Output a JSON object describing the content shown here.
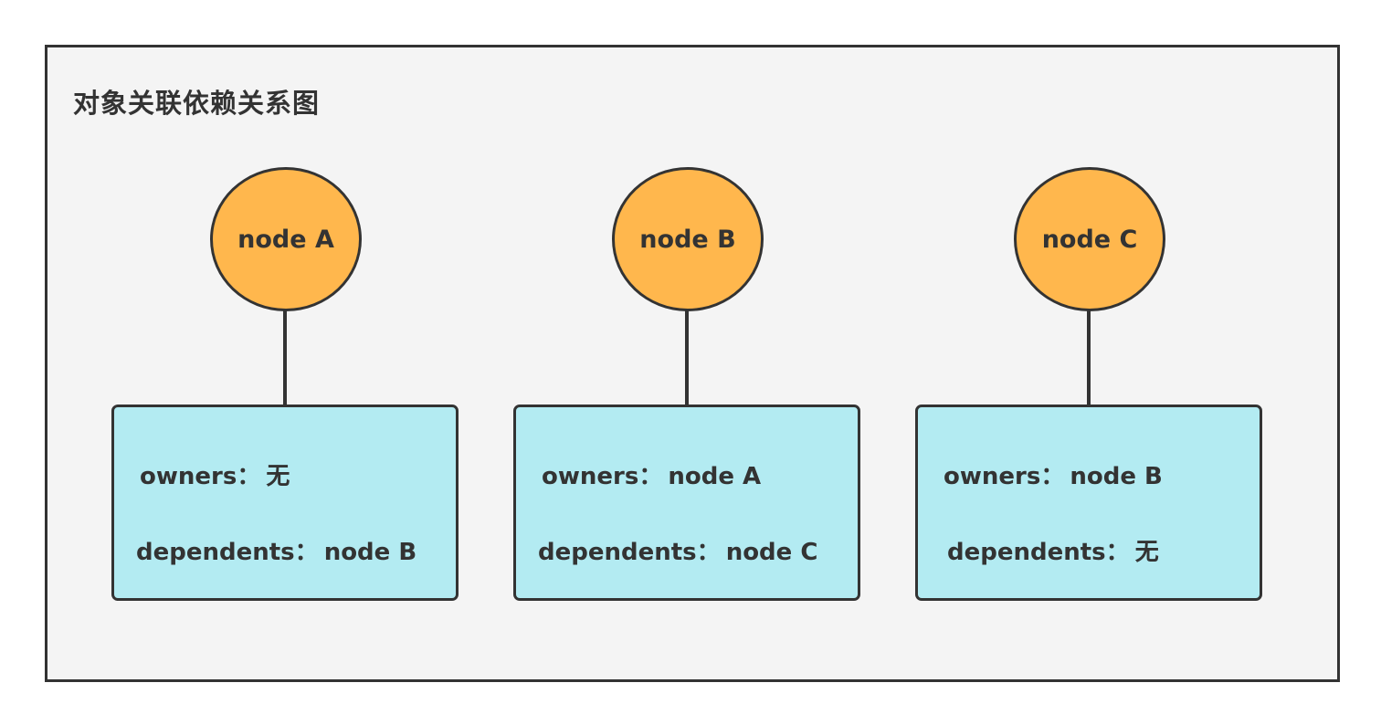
{
  "title": "对象关联依赖关系图",
  "colors": {
    "background": "#f4f4f4",
    "border": "#333333",
    "node_fill": "#ffb74d",
    "box_fill": "#b3ebf2",
    "text": "#333333"
  },
  "separator": "：",
  "nodes": [
    {
      "label": "node A",
      "owners_key": "owners",
      "owners_value": "无",
      "dependents_key": "dependents",
      "dependents_value": "node B"
    },
    {
      "label": "node B",
      "owners_key": "owners",
      "owners_value": "node A",
      "dependents_key": "dependents",
      "dependents_value": "node C"
    },
    {
      "label": "node C",
      "owners_key": "owners",
      "owners_value": "node B",
      "dependents_key": "dependents",
      "dependents_value": "无"
    }
  ]
}
